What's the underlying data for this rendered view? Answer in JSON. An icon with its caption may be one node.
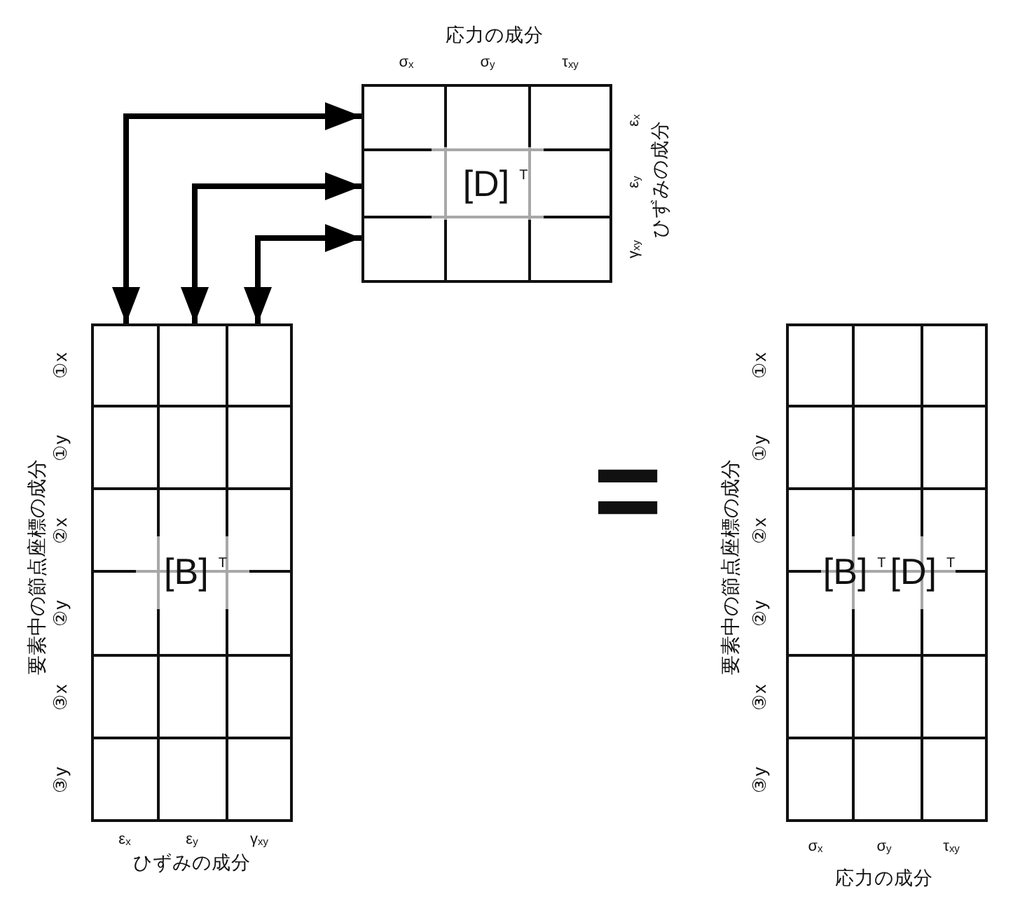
{
  "diagram": {
    "nodes": [
      {
        "text": [
          "[D]$^{T}$"
        ],
        "beside": [
          "応力の成分",
          "σ$_{x}$",
          "σ$_{y}$",
          "τ$_{xy}$",
          "ε$_{x}$",
          "ε$_{y}$",
          "γ$_{xy}$",
          "ひずみの成分"
        ]
      },
      {
        "text": [
          "[B]$^{T}$"
        ],
        "beside": [
          "要素中の節点座標の成分",
          "①x",
          "①y",
          "②x",
          "②y",
          "③x",
          "③y",
          "ε$_{x}$",
          "ε$_{y}$",
          "γ$_{xy}$",
          "ひずみの成分"
        ]
      },
      {
        "text": [
          "[B]$^{T}$[D]$^{T}$"
        ],
        "beside": [
          "要素中の節点座標の成分",
          "①x",
          "①y",
          "②x",
          "②y",
          "③x",
          "③y",
          "σ$_{x}$",
          "σ$_{y}$",
          "τ$_{xy}$",
          "応力の成分"
        ]
      }
    ],
    "edges": [
      {
        "from": 1,
        "to": 0,
        "arrow": "both"
      },
      {
        "from": 1,
        "to": 0,
        "arrow": "both"
      },
      {
        "from": 1,
        "to": 0,
        "arrow": "both"
      }
    ],
    "labels": [
      "="
    ]
  }
}
